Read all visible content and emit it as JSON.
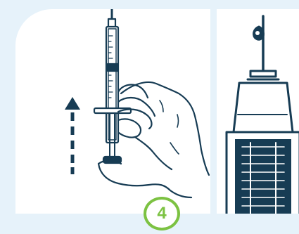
{
  "step": {
    "number": "4"
  },
  "colors": {
    "background": "#e6f2fa",
    "panel": "#ffffff",
    "ink": "#173c54",
    "accent": "#7cc242"
  },
  "illustrations": {
    "left": "hand-holding-syringe-upright",
    "right": "syringe-closeup-with-droplet",
    "arrow": "dashed-up-arrow"
  }
}
